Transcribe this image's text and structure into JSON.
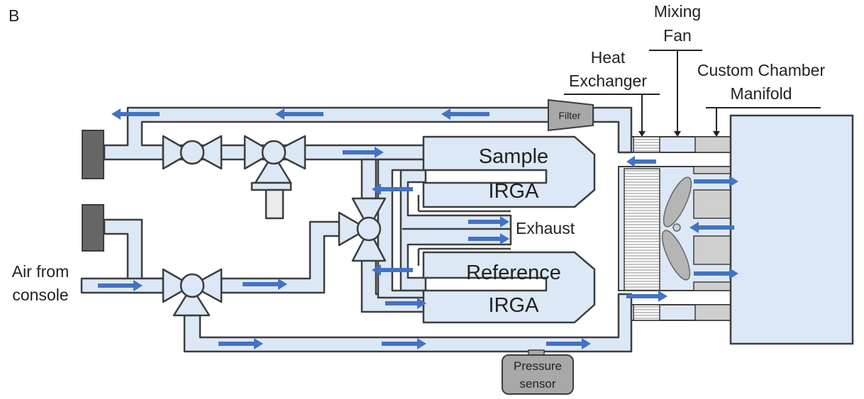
{
  "panel_label": "B",
  "labels": {
    "mixing_fan_1": "Mixing",
    "mixing_fan_2": "Fan",
    "heat_exchanger_1": "Heat",
    "heat_exchanger_2": "Exchanger",
    "chamber_manifold_1": "Custom Chamber",
    "chamber_manifold_2": "Manifold",
    "air_from_1": "Air from",
    "air_from_2": "console",
    "exhaust": "Exhaust",
    "sample_1": "Sample",
    "sample_2": "IRGA",
    "reference_1": "Reference",
    "reference_2": "IRGA",
    "filter": "Filter",
    "pressure_1": "Pressure",
    "pressure_2": "sensor"
  },
  "colors": {
    "tube_fill": "#dce8f5",
    "outline": "#3d3d3d",
    "arrow": "#4472c4",
    "chamber": "#dce8f5",
    "dark_block": "#666666",
    "gray_part": "#a8a8a8",
    "light_gray": "#cfcfcf"
  }
}
